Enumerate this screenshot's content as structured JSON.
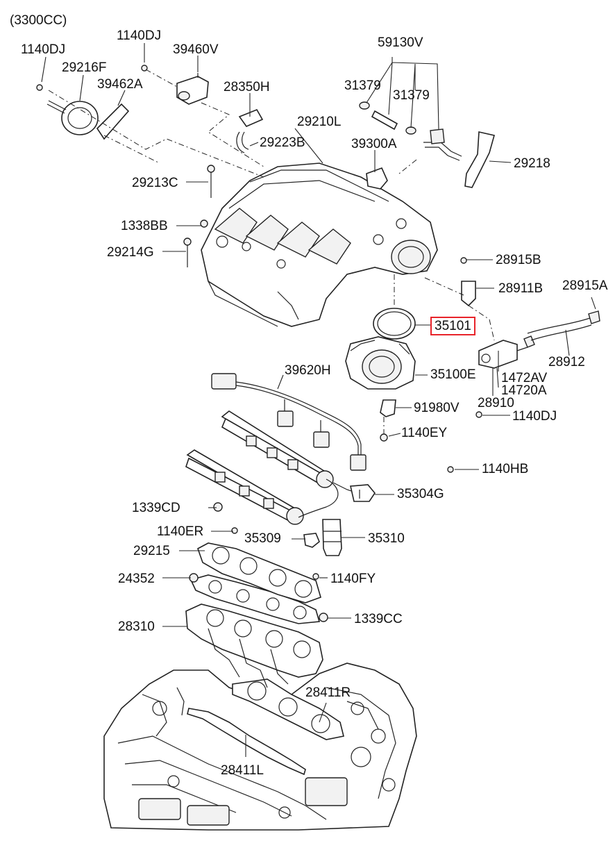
{
  "variant_label": "(3300CC)",
  "highlight_color": "#e8232a",
  "highlighted_part": "35101",
  "part_labels": [
    {
      "id": "p1140DJ_a",
      "code": "1140DJ"
    },
    {
      "id": "p29216F",
      "code": "29216F"
    },
    {
      "id": "p1140DJ_b",
      "code": "1140DJ"
    },
    {
      "id": "p39460V",
      "code": "39460V"
    },
    {
      "id": "p39462A",
      "code": "39462A"
    },
    {
      "id": "p28350H",
      "code": "28350H"
    },
    {
      "id": "p59130V",
      "code": "59130V"
    },
    {
      "id": "p31379_a",
      "code": "31379"
    },
    {
      "id": "p31379_b",
      "code": "31379"
    },
    {
      "id": "p29210L",
      "code": "29210L"
    },
    {
      "id": "p29223B",
      "code": "29223B"
    },
    {
      "id": "p39300A",
      "code": "39300A"
    },
    {
      "id": "p29218",
      "code": "29218"
    },
    {
      "id": "p29213C",
      "code": "29213C"
    },
    {
      "id": "p1338BB",
      "code": "1338BB"
    },
    {
      "id": "p29214G",
      "code": "29214G"
    },
    {
      "id": "p28915B",
      "code": "28915B"
    },
    {
      "id": "p28911B",
      "code": "28911B"
    },
    {
      "id": "p28915A",
      "code": "28915A"
    },
    {
      "id": "p35101",
      "code": "35101"
    },
    {
      "id": "p28912",
      "code": "28912"
    },
    {
      "id": "p39620H",
      "code": "39620H"
    },
    {
      "id": "p35100E",
      "code": "35100E"
    },
    {
      "id": "p1472AV",
      "code": "1472AV"
    },
    {
      "id": "p14720A",
      "code": "14720A"
    },
    {
      "id": "p28910",
      "code": "28910"
    },
    {
      "id": "p91980V",
      "code": "91980V"
    },
    {
      "id": "p1140DJ_c",
      "code": "1140DJ"
    },
    {
      "id": "p1140EY",
      "code": "1140EY"
    },
    {
      "id": "p1140HB",
      "code": "1140HB"
    },
    {
      "id": "p1339CD",
      "code": "1339CD"
    },
    {
      "id": "p35304G",
      "code": "35304G"
    },
    {
      "id": "p1140ER",
      "code": "1140ER"
    },
    {
      "id": "p35309",
      "code": "35309"
    },
    {
      "id": "p35310",
      "code": "35310"
    },
    {
      "id": "p29215",
      "code": "29215"
    },
    {
      "id": "p24352",
      "code": "24352"
    },
    {
      "id": "p1140FY",
      "code": "1140FY"
    },
    {
      "id": "p28310",
      "code": "28310"
    },
    {
      "id": "p1339CC",
      "code": "1339CC"
    },
    {
      "id": "p28411R",
      "code": "28411R"
    },
    {
      "id": "p28411L",
      "code": "28411L"
    }
  ]
}
